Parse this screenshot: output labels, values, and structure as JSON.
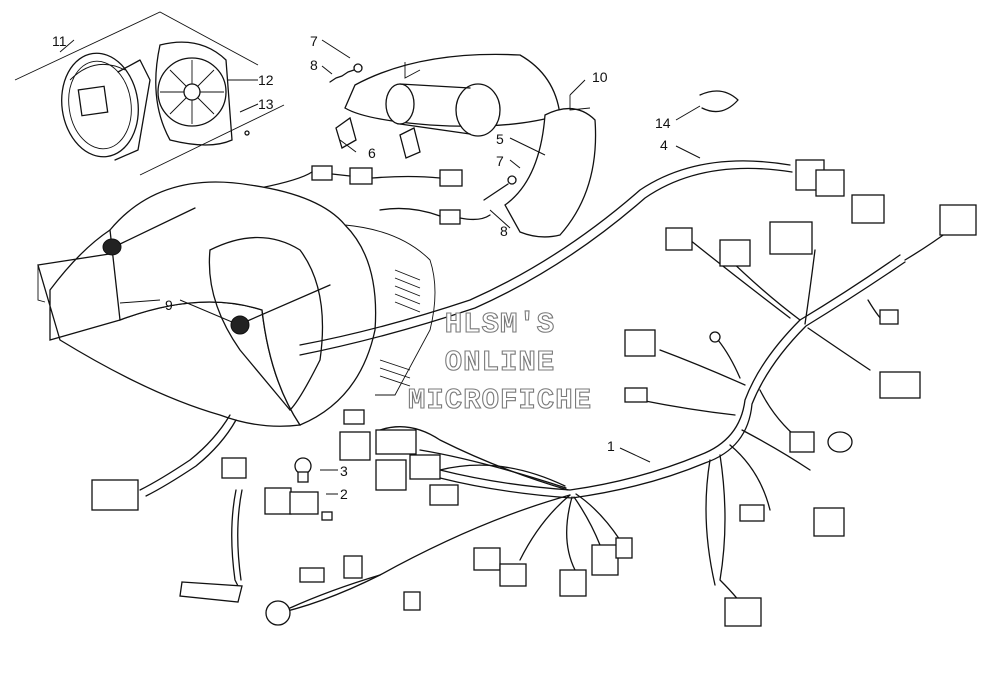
{
  "callouts": {
    "c1": "1",
    "c2": "2",
    "c3": "3",
    "c4": "4",
    "c5": "5",
    "c6": "6",
    "c7a": "7",
    "c7b": "7",
    "c8a": "8",
    "c8b": "8",
    "c9": "9",
    "c10": "10",
    "c11": "11",
    "c12": "12",
    "c13": "13",
    "c14": "14"
  },
  "watermark": {
    "line1": "HLSM'S",
    "line2": "ONLINE",
    "line3": "MICROFICHE"
  },
  "colors": {
    "line": "#111111",
    "background": "#ffffff",
    "watermark_outline": "#7a7a7a"
  }
}
